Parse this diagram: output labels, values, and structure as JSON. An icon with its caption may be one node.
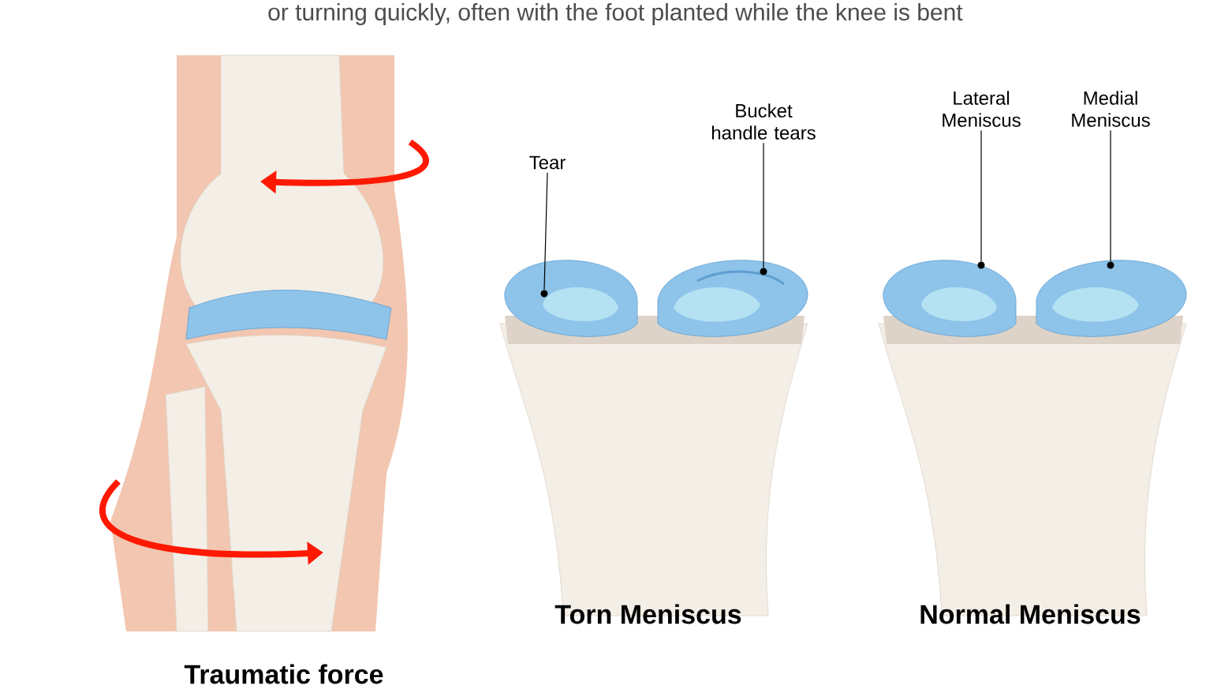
{
  "diagram": {
    "nodes": [
      {
        "text": [
          "Tear"
        ]
      },
      {
        "text": [
          "Bucket handle tears"
        ]
      },
      {
        "text": [
          "Lateral Meniscus"
        ]
      },
      {
        "text": [
          "Medial Meniscus"
        ]
      },
      {
        "text": [],
        "shape": "circle"
      },
      {
        "text": [],
        "shape": "circle"
      },
      {
        "text": [],
        "shape": "circle"
      },
      {
        "text": [],
        "shape": "circle"
      }
    ],
    "edges": [
      {
        "from": 0,
        "to": 4,
        "arrow": "none"
      },
      {
        "from": 1,
        "to": 5,
        "arrow": "none"
      },
      {
        "from": 2,
        "to": 6,
        "arrow": "none"
      },
      {
        "from": 3,
        "to": 7,
        "arrow": "none"
      }
    ],
    "labels": [
      "or turning quickly, often with the foot planted while the knee is bent",
      "Torn Meniscus",
      "Normal Meniscus",
      "Traumatic force"
    ]
  }
}
